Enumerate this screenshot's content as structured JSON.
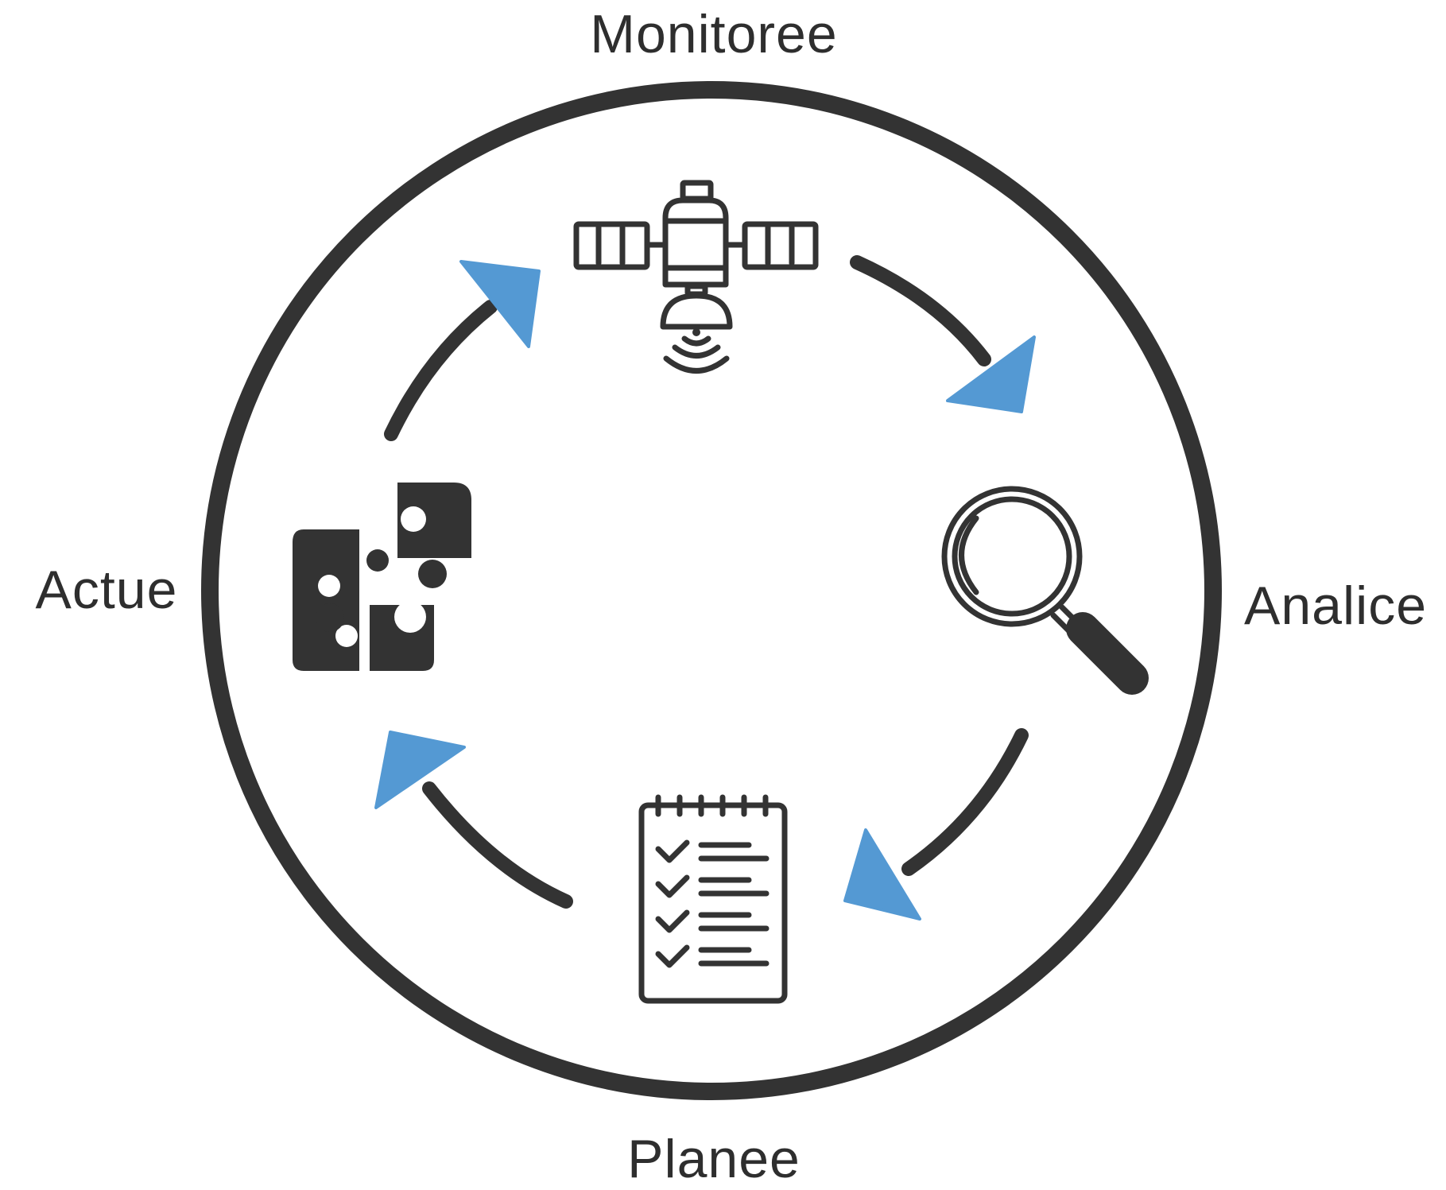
{
  "labels": {
    "monitor": "Monitoree",
    "analyze": "Analice",
    "plan": "Planee",
    "execute": "Actue"
  },
  "icons": {
    "monitor": "satellite-icon",
    "analyze": "magnifying-glass-icon",
    "plan": "checklist-notepad-icon",
    "execute": "puzzle-pieces-icon"
  },
  "colors": {
    "ring": "#333333",
    "arrow_stroke": "#333333",
    "arrowhead": "#5499d3",
    "text": "#2e2e2e"
  }
}
